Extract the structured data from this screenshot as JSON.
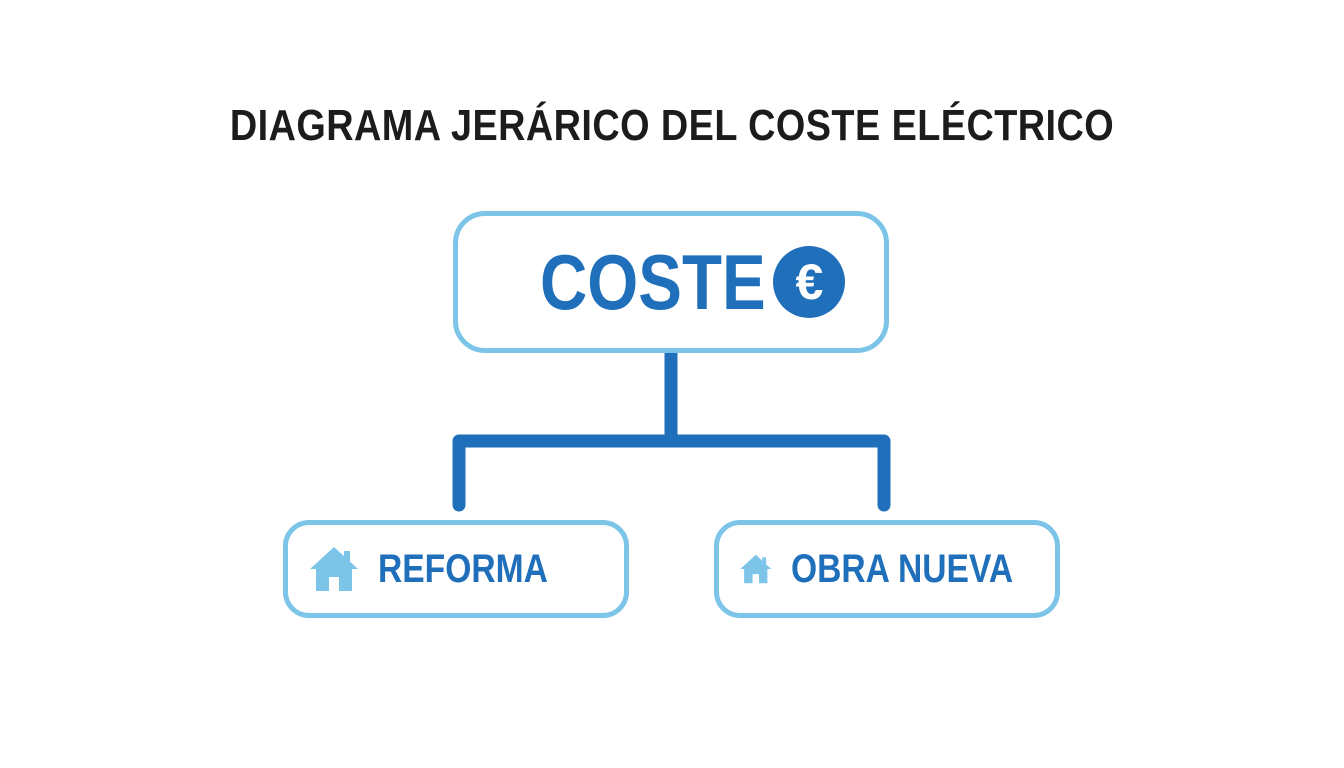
{
  "title": "DIAGRAMA JERÁRICO DEL COSTE ELÉCTRICO",
  "root": {
    "label": "COSTE",
    "icon": "euro-icon",
    "icon_glyph": "€"
  },
  "children": [
    {
      "label": "REFORMA",
      "icon": "house-icon"
    },
    {
      "label": "OBRA NUEVA",
      "icon": "house-icon"
    }
  ],
  "colors": {
    "title": "#1c1c1c",
    "accent": "#1f6fba",
    "box_border": "#7cc4e8",
    "house_icon": "#7cc4e8",
    "connector": "#1f6fba"
  }
}
